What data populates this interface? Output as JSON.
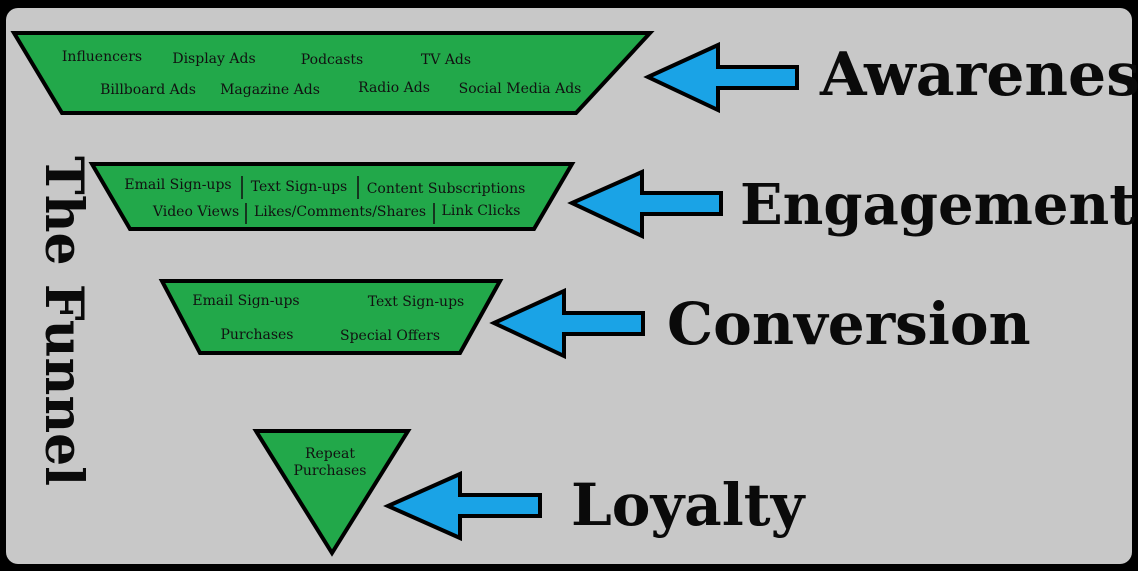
{
  "title": "The Funnel",
  "colors": {
    "background": "#c8c8c8",
    "frame": "#000000",
    "funnel_fill": "#22a84a",
    "funnel_stroke": "#000000",
    "arrow_fill": "#1aa3e6",
    "arrow_stroke": "#000000"
  },
  "stages": [
    {
      "name": "Awareness",
      "items": [
        "Influencers",
        "Display Ads",
        "Podcasts",
        "TV Ads",
        "Billboard Ads",
        "Magazine Ads",
        "Radio Ads",
        "Social Media Ads"
      ]
    },
    {
      "name": "Engagement",
      "items": [
        "Email Sign-ups",
        "Text Sign-ups",
        "Content Subscriptions",
        "Video Views",
        "Likes/Comments/Shares",
        "Link Clicks"
      ]
    },
    {
      "name": "Conversion",
      "items": [
        "Email Sign-ups",
        "Text Sign-ups",
        "Purchases",
        "Special Offers"
      ]
    },
    {
      "name": "Loyalty",
      "items": [
        "Repeat",
        "Purchases"
      ]
    }
  ]
}
